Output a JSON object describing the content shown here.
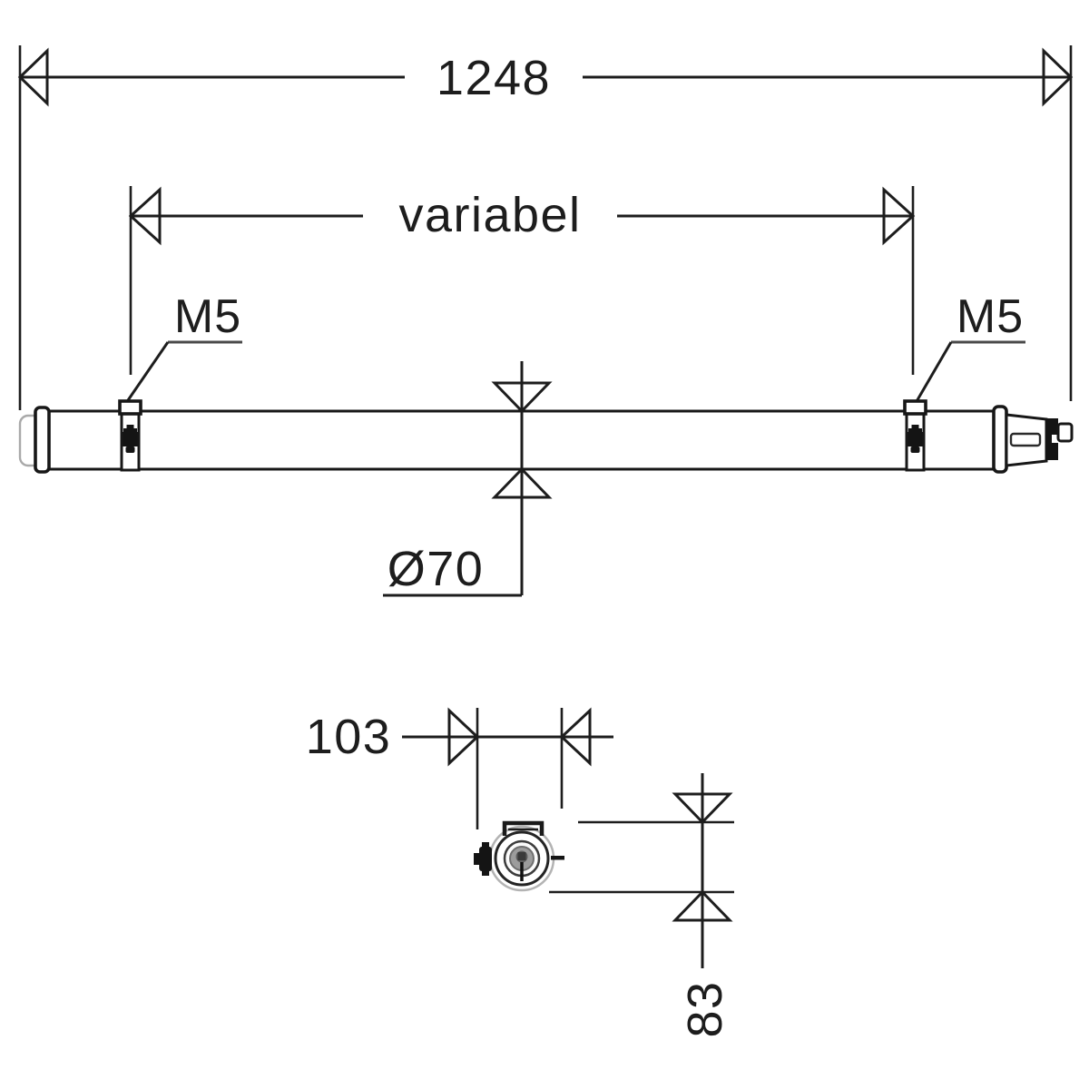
{
  "drawing_kind": "luminaire-dimension-drawing",
  "colors": {
    "line": "#1d1d1d",
    "light_gray": "#a9a9a9",
    "text": "#1d1d1d",
    "background": "#ffffff"
  },
  "side_view": {
    "overall_length": {
      "label": "1248",
      "value": 1248
    },
    "clamp_spacing": {
      "label": "variabel"
    },
    "thread_callout_left": {
      "label": "M5"
    },
    "thread_callout_right": {
      "label": "M5"
    },
    "diameter": {
      "label": "Ø70",
      "value": 70
    }
  },
  "end_view": {
    "connector_offset": {
      "label": "103",
      "value": 103
    },
    "height": {
      "label": "83",
      "value": 83
    }
  }
}
